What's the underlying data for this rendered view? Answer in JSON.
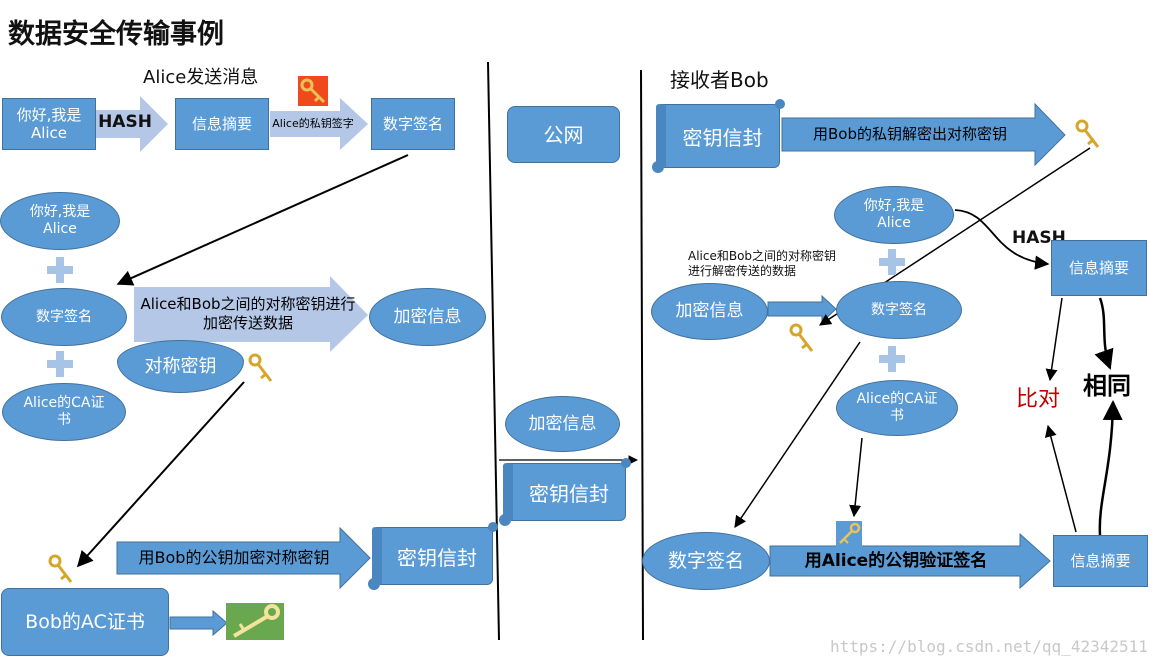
{
  "title": "数据安全传输事例",
  "watermark": "https://blog.csdn.net/qq_42342511",
  "alice": {
    "heading": "Alice发送消息",
    "message_box": "你好,我是Alice",
    "hash_label": "HASH",
    "digest_box": "信息摘要",
    "sign_arrow": "Alice的私钥签字",
    "signature_box": "数字签名",
    "msg_ellipse": "你好,我是Alice",
    "sig_ellipse": "数字签名",
    "cert_ellipse": "Alice的CA证书",
    "encrypt_arrow": "Alice和Bob之间的对称密钥进行加密传送数据",
    "sym_key_ellipse": "对称密钥",
    "encrypted_ellipse": "加密信息",
    "pubkey_arrow": "用Bob的公钥加密对称密钥",
    "envelope_scroll": "密钥信封",
    "bob_cert_box": "Bob的AC证书"
  },
  "network": {
    "public_net_box": "公网",
    "encrypted_ellipse": "加密信息",
    "envelope_box": "密钥信封"
  },
  "bob": {
    "heading": "接收者Bob",
    "envelope_scroll": "密钥信封",
    "decrypt_arrow": "用Bob的私钥解密出对称密钥",
    "msg_ellipse": "你好,我是Alice",
    "hash_label": "HASH",
    "digest_box_top": "信息摘要",
    "sym_decrypt_note": "Alice和Bob之间的对称密钥进行解密传送的数据",
    "encrypted_ellipse": "加密信息",
    "sig_ellipse": "数字签名",
    "cert_ellipse": "Alice的CA证书",
    "compare_label": "比对",
    "same_label": "相同",
    "signature_ellipse": "数字签名",
    "verify_arrow": "用Alice的公钥验证签名",
    "digest_box_bottom": "信息摘要"
  },
  "colors": {
    "shape_fill": "#5b9bd5",
    "shape_border": "#41719c",
    "arrow_fill": "#b4c7e7",
    "block_arrow_fill": "#5b9bd5",
    "plus_fill": "#a7c4e6",
    "compare_color": "#c00000",
    "key_gold": "#d4a72c"
  }
}
